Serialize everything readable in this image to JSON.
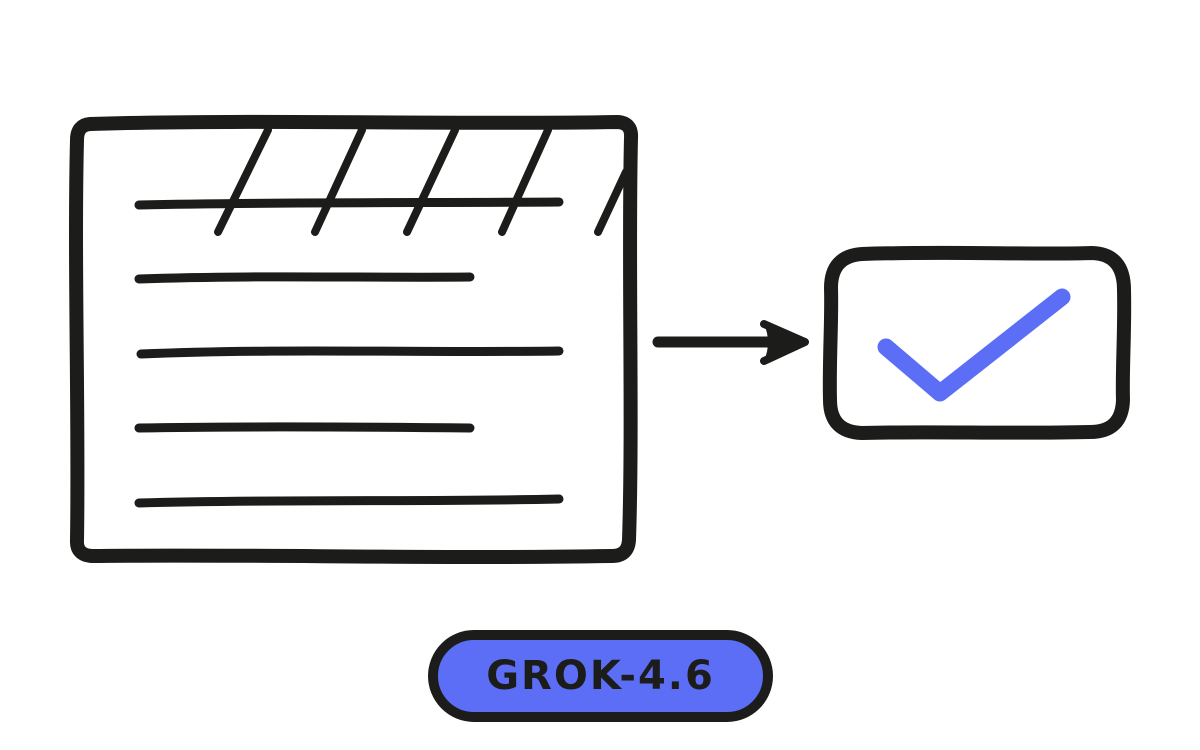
{
  "colors": {
    "ink": "#1c1c1a",
    "accent": "#5b6ef5",
    "background": "#ffffff"
  },
  "document": {
    "icon": "lined-document-icon",
    "text_line_count": 5,
    "hatch_mark_count": 5
  },
  "arrow": {
    "icon": "right-arrow-icon"
  },
  "result": {
    "icon": "checkmark-icon"
  },
  "badge": {
    "label": "GROK-4.6"
  }
}
